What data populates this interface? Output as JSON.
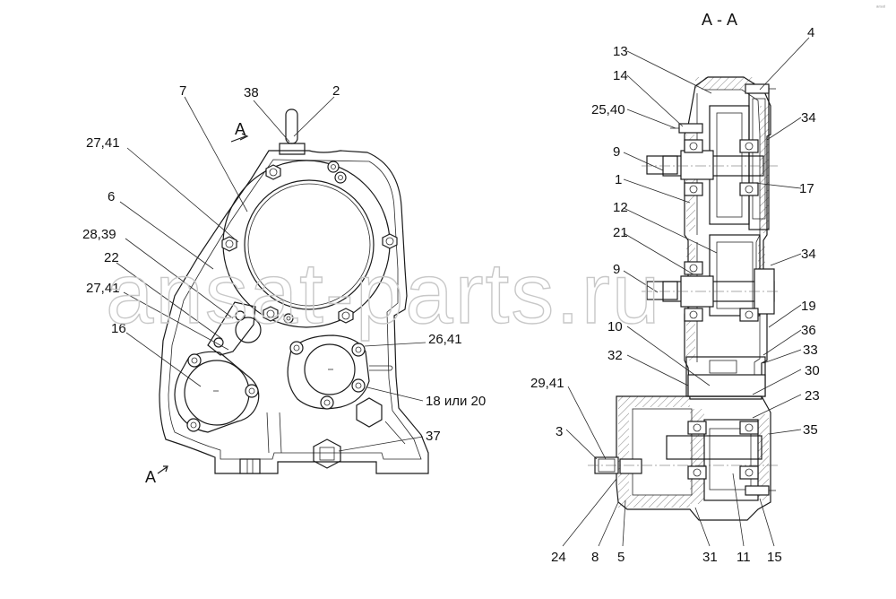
{
  "drawing": {
    "section_title": "А - А",
    "view_marker_top": "А",
    "view_marker_bottom": "А",
    "watermark": "ansat-parts.ru",
    "corner_mark": "ᵃⁿˢᵃᵗ"
  },
  "callouts_front": [
    {
      "id": "c7",
      "text": "7"
    },
    {
      "id": "c38",
      "text": "38"
    },
    {
      "id": "c2",
      "text": "2"
    },
    {
      "id": "c27-41a",
      "text": "27,41"
    },
    {
      "id": "c6",
      "text": "6"
    },
    {
      "id": "c28-39",
      "text": "28,39"
    },
    {
      "id": "c22",
      "text": "22"
    },
    {
      "id": "c27-41b",
      "text": "27,41"
    },
    {
      "id": "c16",
      "text": "16"
    },
    {
      "id": "c26-41",
      "text": "26,41"
    },
    {
      "id": "c18-20",
      "text": "18 или 20"
    },
    {
      "id": "c37",
      "text": "37"
    }
  ],
  "callouts_section": [
    {
      "id": "s13",
      "text": "13"
    },
    {
      "id": "s4",
      "text": "4"
    },
    {
      "id": "s14",
      "text": "14"
    },
    {
      "id": "s25-40",
      "text": "25,40"
    },
    {
      "id": "s34a",
      "text": "34"
    },
    {
      "id": "s9a",
      "text": "9"
    },
    {
      "id": "s1",
      "text": "1"
    },
    {
      "id": "s17",
      "text": "17"
    },
    {
      "id": "s12",
      "text": "12"
    },
    {
      "id": "s21",
      "text": "21"
    },
    {
      "id": "s34b",
      "text": "34"
    },
    {
      "id": "s9b",
      "text": "9"
    },
    {
      "id": "s19",
      "text": "19"
    },
    {
      "id": "s10",
      "text": "10"
    },
    {
      "id": "s36",
      "text": "36"
    },
    {
      "id": "s32",
      "text": "32"
    },
    {
      "id": "s33",
      "text": "33"
    },
    {
      "id": "s30",
      "text": "30"
    },
    {
      "id": "s29-41",
      "text": "29,41"
    },
    {
      "id": "s23",
      "text": "23"
    },
    {
      "id": "s3",
      "text": "3"
    },
    {
      "id": "s35",
      "text": "35"
    },
    {
      "id": "s24",
      "text": "24"
    },
    {
      "id": "s8",
      "text": "8"
    },
    {
      "id": "s5",
      "text": "5"
    },
    {
      "id": "s31",
      "text": "31"
    },
    {
      "id": "s11",
      "text": "11"
    },
    {
      "id": "s15",
      "text": "15"
    }
  ]
}
